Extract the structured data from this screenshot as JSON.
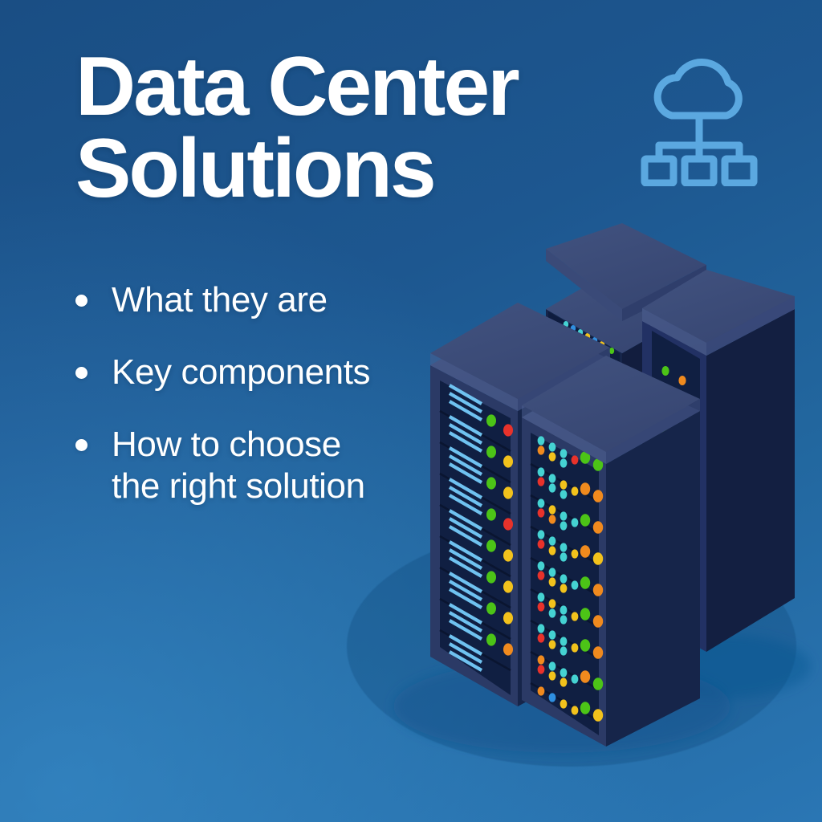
{
  "poster": {
    "background_top": "#1a4e84",
    "background_bottom": "#2a76b4",
    "title": "Data Center\nSolutions",
    "title_color": "#ffffff"
  },
  "header": {
    "title_line_1": "Data Center",
    "title_line_2": "Solutions"
  },
  "bullets": {
    "dot_color": "#ffffff",
    "items": [
      {
        "label": "What they are"
      },
      {
        "label": "Key components"
      },
      {
        "label": "How to choose\nthe right solution"
      }
    ]
  },
  "icons": {
    "cloud_network": {
      "name": "cloud-network-icon",
      "stroke_color": "#5ba8e0",
      "node_count": 3
    }
  },
  "illustration": {
    "name": "isometric-server-racks",
    "rack_count": 4,
    "colors": {
      "rack_top": "#3c4c7a",
      "rack_top_rim": "#4a5c8e",
      "rack_front": "#2b3a66",
      "rack_front_panel": "#101f42",
      "rack_side_dark": "#16254a",
      "vent_bar": "#6fc2f0",
      "vent_bar_muted": "#7a8196",
      "led_green": "#4cc417",
      "led_red": "#e8322b",
      "led_yellow": "#f2c21c",
      "led_orange": "#f08a1e",
      "led_cyan": "#45d2d2",
      "led_blue": "#2f8fe0",
      "floor_shadow": "#0e4678"
    },
    "racks": [
      {
        "id": "rack-back-center",
        "position": "back-center",
        "unit_count": 1,
        "style": "led-strip"
      },
      {
        "id": "rack-left-front",
        "position": "left",
        "unit_count": 11,
        "style": "vents-and-leds"
      },
      {
        "id": "rack-right-back",
        "position": "right",
        "unit_count": 10,
        "style": "vents-and-leds"
      },
      {
        "id": "rack-center-front",
        "position": "center-front",
        "unit_count": 10,
        "style": "led-grid"
      }
    ]
  }
}
